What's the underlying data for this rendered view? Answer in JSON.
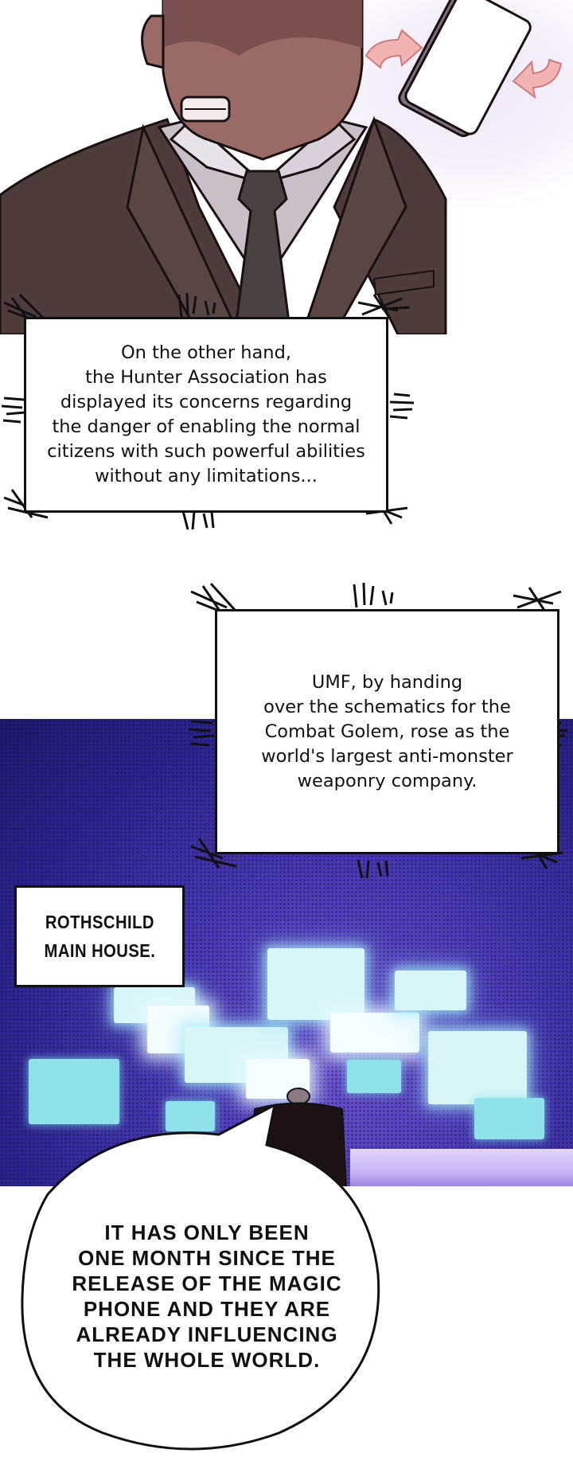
{
  "narrations": [
    {
      "text": "On the other hand,\nthe Hunter Association has\ndisplayed its concerns regarding\nthe danger of enabling the normal\ncitizens with such powerful abilities\nwithout any limitations..."
    },
    {
      "text": "UMF, by handing\nover the schematics for the\nCombat Golem, rose as the\nworld's largest anti-monster\nweaponry company."
    }
  ],
  "location_caption": "ROTHSCHILD\nMAIN HOUSE.",
  "speech_bubble": "IT HAS ONLY BEEN\nONE MONTH SINCE THE\nRELEASE OF THE MAGIC\nPHONE AND THEY ARE\nALREADY INFLUENCING\nTHE WHOLE WORLD.",
  "colors": {
    "suit": "#4e3b3b",
    "skin": "#9a6b66",
    "shirt": "#c9bfc6",
    "holo_screen": "#d8f6f8",
    "house_background": "#3a2fa6",
    "arrow_pink": "#f3b3b3"
  },
  "icons": [
    "rotate-arrow-icon",
    "phone-device-icon"
  ]
}
